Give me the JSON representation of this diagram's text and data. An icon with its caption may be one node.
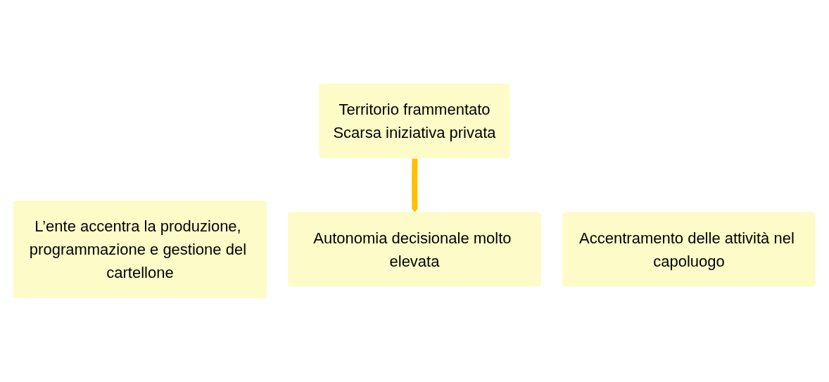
{
  "diagram": {
    "nodes": [
      {
        "text": [
          "Territorio frammentato",
          "Scarsa iniziativa privata"
        ]
      },
      {
        "text": [
          "L’ente accentra la produzione, programmazione e gestione del cartellone"
        ]
      },
      {
        "text": [
          "Autonomia decisionale molto elevata"
        ]
      },
      {
        "text": [
          "Accentramento delle attività nel capoluogo"
        ]
      }
    ],
    "edges": [
      {
        "from": 0,
        "to": 2,
        "arrow": "to",
        "color": "#ffc000"
      }
    ]
  }
}
